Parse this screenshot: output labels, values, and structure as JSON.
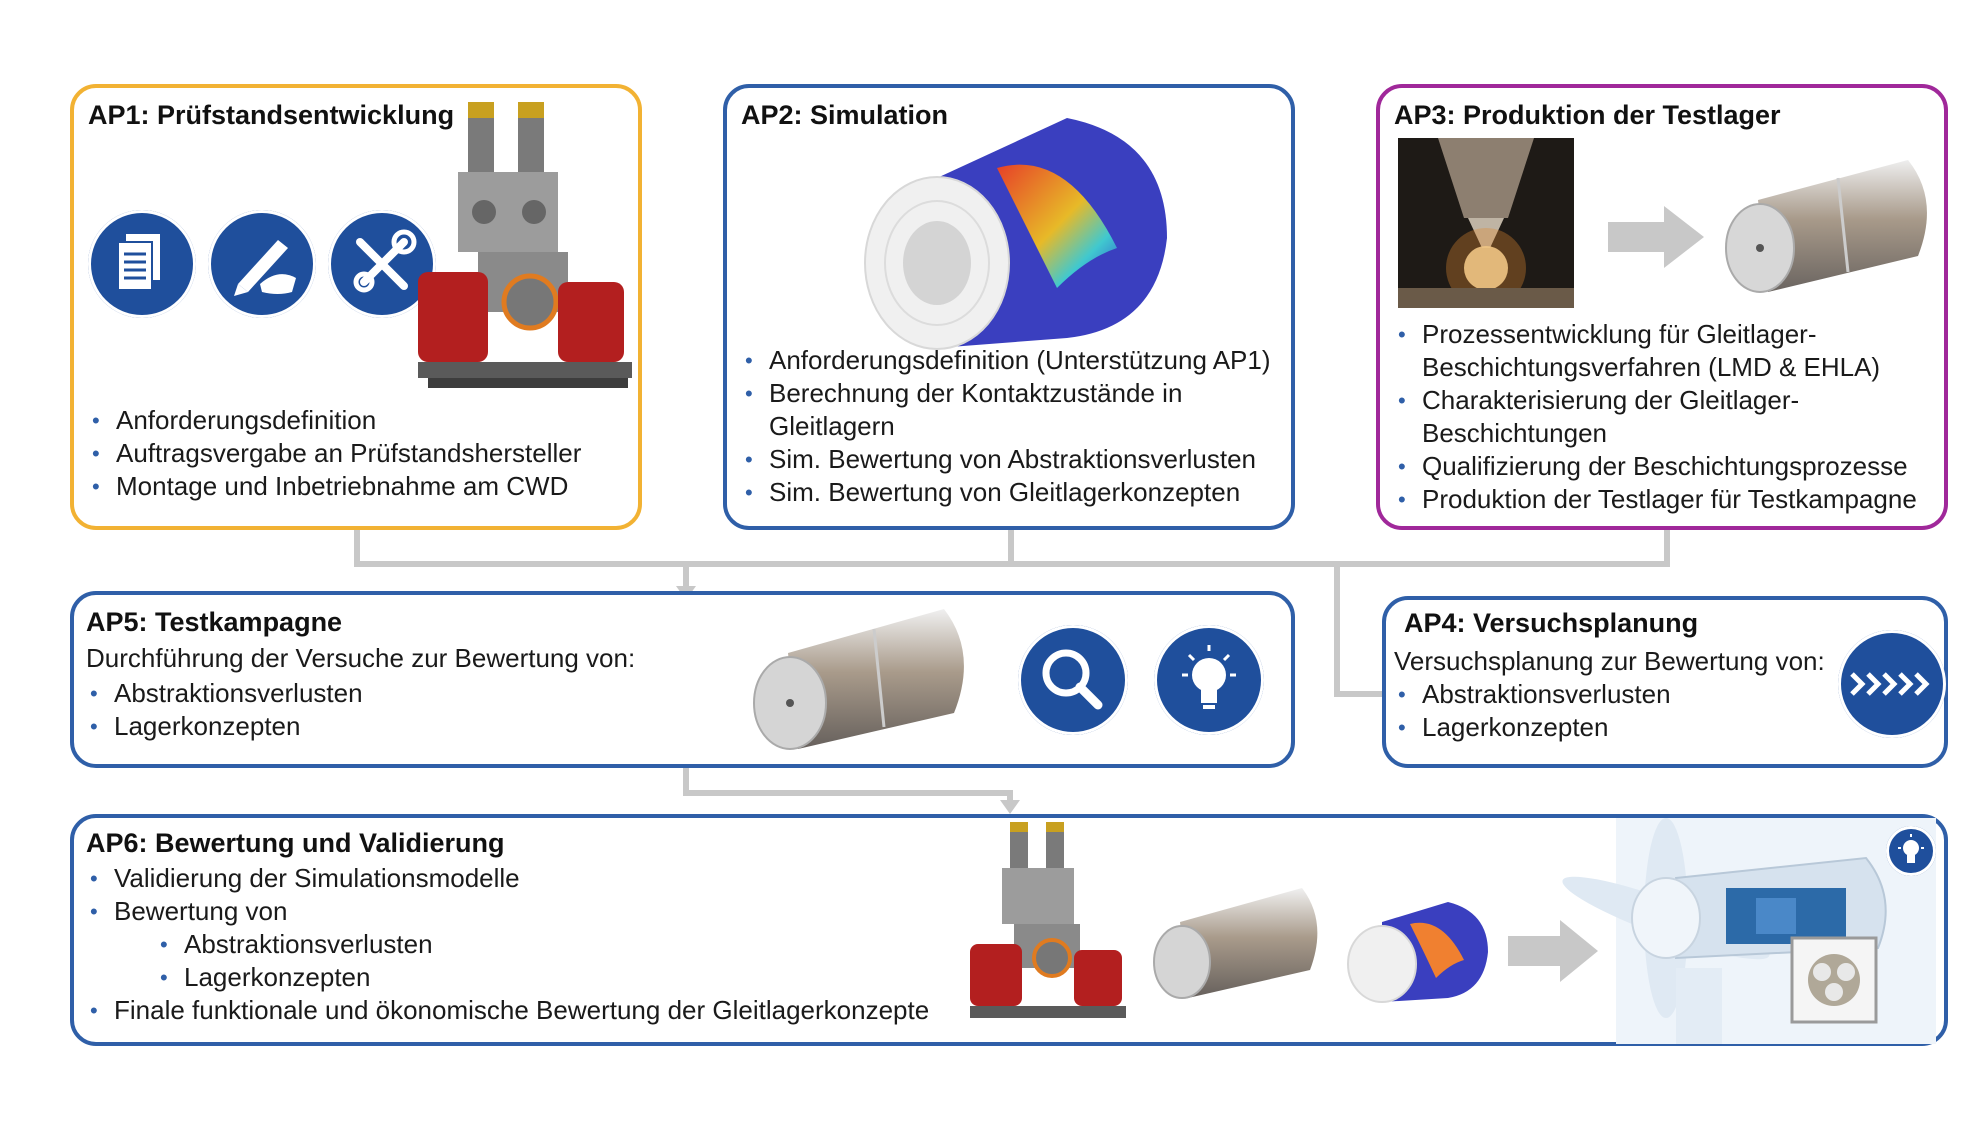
{
  "colors": {
    "blue": "#2f5fa8",
    "orange": "#f2b233",
    "purple": "#a0289a",
    "connector": "#c8c8c8",
    "icon_blue": "#1f4f9c"
  },
  "ap1": {
    "title": "AP1: Prüfstandsentwicklung",
    "bullets": [
      "Anforderungsdefinition",
      "Auftragsvergabe an Prüfstandshersteller",
      "Montage und Inbetriebnahme am CWD"
    ],
    "icons": [
      "document-icon",
      "pen-hand-icon",
      "tools-icon"
    ]
  },
  "ap2": {
    "title": "AP2: Simulation",
    "bullets": [
      "Anforderungsdefinition (Unterstützung AP1)",
      "Berechnung der Kontaktzustände in",
      "Gleitlagern",
      "Sim. Bewertung von Abstraktionsverlusten",
      "Sim. Bewertung von Gleitlagerkonzepten"
    ]
  },
  "ap3": {
    "title": "AP3: Produktion der Testlager",
    "bullets": [
      "Prozessentwicklung für Gleitlager-",
      "Beschichtungsverfahren (LMD & EHLA)",
      "Charakterisierung der Gleitlager-",
      "Beschichtungen",
      "Qualifizierung der Beschichtungsprozesse",
      "Produktion der Testlager für Testkampagne"
    ]
  },
  "ap4": {
    "title": "AP4: Versuchsplanung",
    "intro": "Versuchsplanung zur Bewertung von:",
    "bullets": [
      "Abstraktionsverlusten",
      "Lagerkonzepten"
    ],
    "icons": [
      "forward-arrows-icon"
    ]
  },
  "ap5": {
    "title": "AP5: Testkampagne",
    "intro": "Durchführung der Versuche zur Bewertung von:",
    "bullets": [
      "Abstraktionsverlusten",
      "Lagerkonzepten"
    ],
    "icons": [
      "magnifier-icon",
      "lightbulb-icon"
    ]
  },
  "ap6": {
    "title": "AP6: Bewertung und Validierung",
    "bullets": [
      "Validierung der Simulationsmodelle",
      "Bewertung von"
    ],
    "sub_bullets": [
      "Abstraktionsverlusten",
      "Lagerkonzepten"
    ],
    "final": "Finale funktionale und ökonomische Bewertung der Gleitlagerkonzepte",
    "icons": [
      "lightbulb-icon"
    ]
  }
}
